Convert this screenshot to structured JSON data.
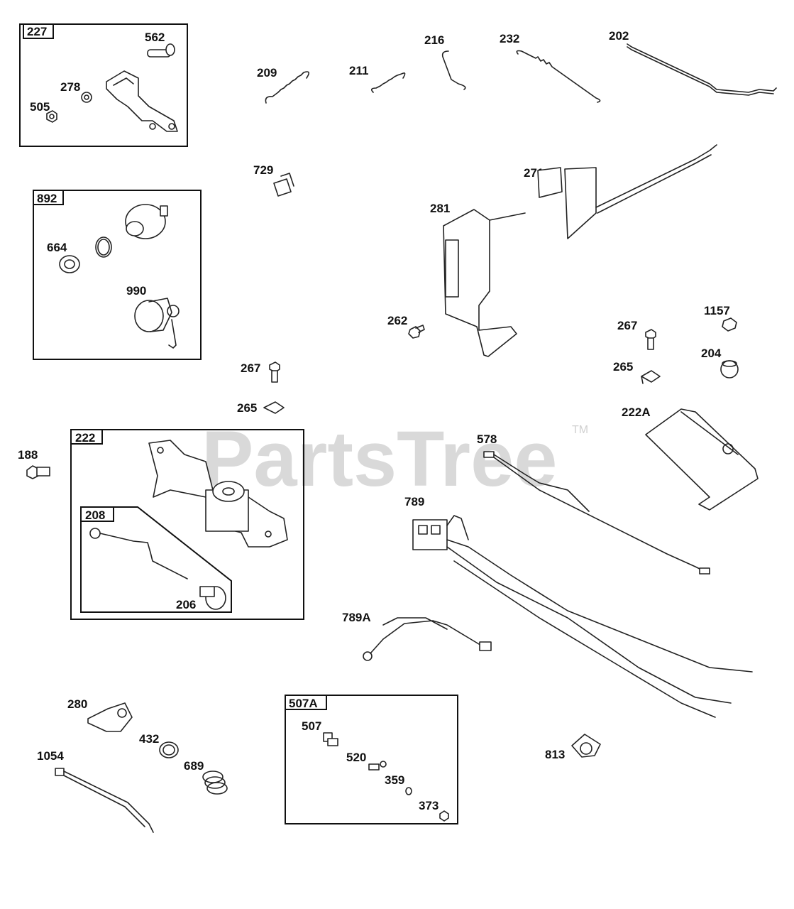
{
  "watermark": {
    "text": "PartsTree",
    "tm": "TM"
  },
  "groups": [
    {
      "id": "227"
    },
    {
      "id": "892"
    },
    {
      "id": "222"
    },
    {
      "id": "208"
    },
    {
      "id": "507A"
    }
  ],
  "parts": [
    "562",
    "278",
    "505",
    "209",
    "211",
    "216",
    "232",
    "202",
    "729",
    "271",
    "281",
    "664",
    "990",
    "262",
    "267",
    "1157",
    "204",
    "265",
    "222A",
    "188",
    "578",
    "789",
    "206",
    "789A",
    "280",
    "432",
    "689",
    "1054",
    "507",
    "520",
    "359",
    "373",
    "813"
  ],
  "extra_labels": {
    "p267b": "267",
    "p265b": "265"
  }
}
